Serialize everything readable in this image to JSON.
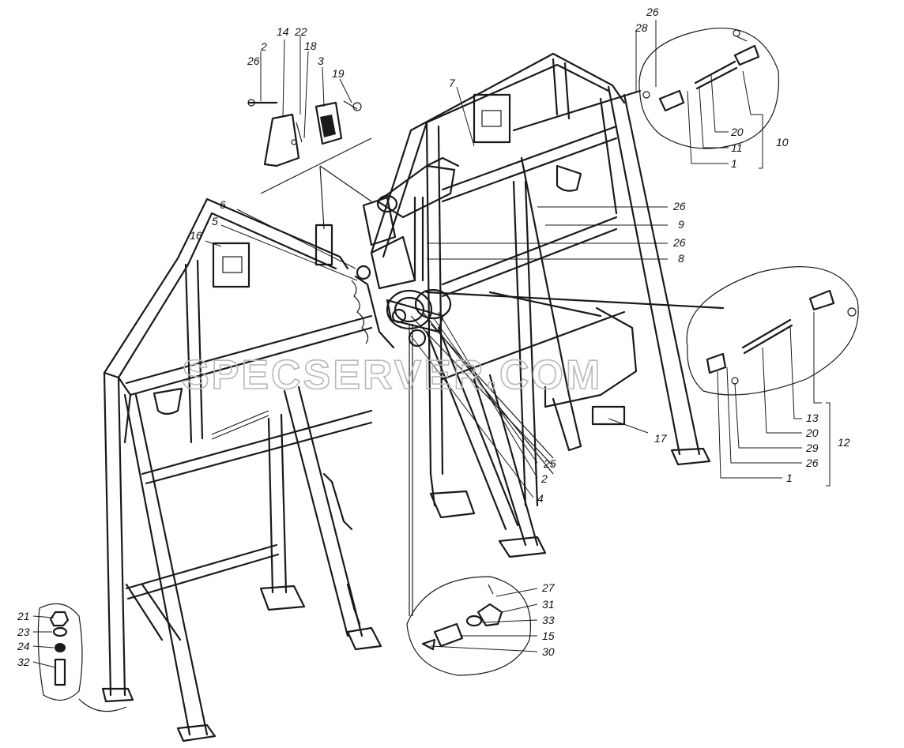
{
  "watermark": "SPECSERVER.COM",
  "labels": {
    "l26a": "26",
    "l28": "28",
    "l14": "14",
    "l22": "22",
    "l2a": "2",
    "l18": "18",
    "l3": "3",
    "l26b": "26",
    "l19": "19",
    "l7": "7",
    "l20a": "20",
    "l11": "11",
    "l1a": "1",
    "l10": "10",
    "l6": "6",
    "l5": "5",
    "l16": "16",
    "l26c": "26",
    "l9": "9",
    "l26d": "26",
    "l8": "8",
    "l13": "13",
    "l20b": "20",
    "l29": "29",
    "l26e": "26",
    "l1b": "1",
    "l12": "12",
    "l17": "17",
    "l25": "25",
    "l2b": "2",
    "l4": "4",
    "l21": "21",
    "l23": "23",
    "l24": "24",
    "l32": "32",
    "l27": "27",
    "l31": "31",
    "l33": "33",
    "l15": "15",
    "l30": "30"
  }
}
